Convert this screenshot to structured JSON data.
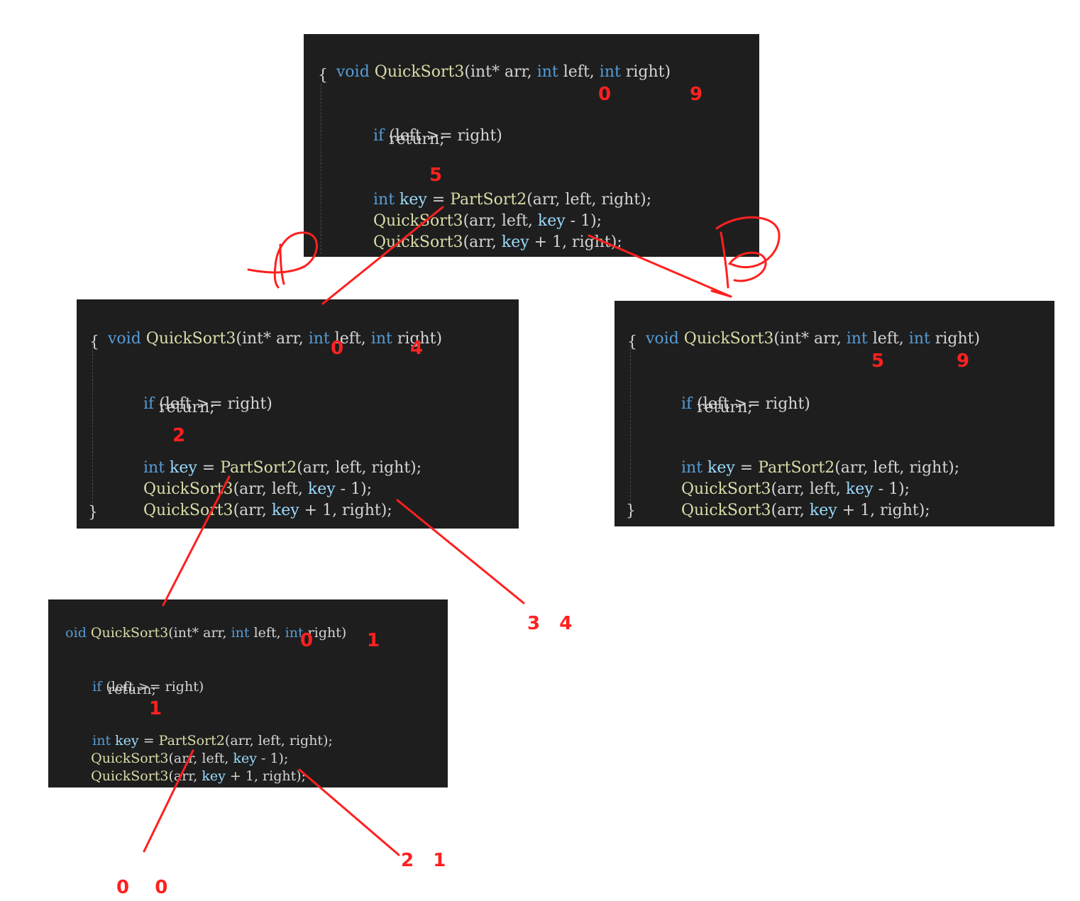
{
  "code": {
    "sig_void": "void",
    "sig_void_cut": "oid",
    "sig_fn": "QuickSort3",
    "sig_p1": "(int* arr, ",
    "sig_int": "int",
    "sig_left": " left, ",
    "sig_right": " right)",
    "open_brace": "{",
    "close_brace": "}",
    "if_kw": "if",
    "if_rest": " (left >= right)",
    "return_kw": "return;",
    "int_kw": "int",
    "key_var": " key",
    "assign_rest": " = ",
    "part_fn": "PartSort2",
    "part_args": "(arr, left, right);",
    "call1_fn": "QuickSort3",
    "call1_a": "(arr, left, ",
    "call1_key": "key",
    "call1_b": " - 1);",
    "call2_fn": "QuickSort3",
    "call2_a": "(arr, ",
    "call2_key": "key",
    "call2_b": " + 1, right);"
  },
  "annotations": {
    "top_left": "0",
    "top_right": "9",
    "top_key": "5",
    "mid_left": "0",
    "mid_right": "4",
    "mid_key": "2",
    "right_left": "5",
    "right_right": "9",
    "bottom_left": "0",
    "bottom_right": "1",
    "bottom_key": "1",
    "branch_34": "3   4",
    "branch_21": "2   1",
    "branch_00": "0    0"
  },
  "colors": {
    "annotation": "#ff2020",
    "panel_bg": "#1e1e1e"
  }
}
